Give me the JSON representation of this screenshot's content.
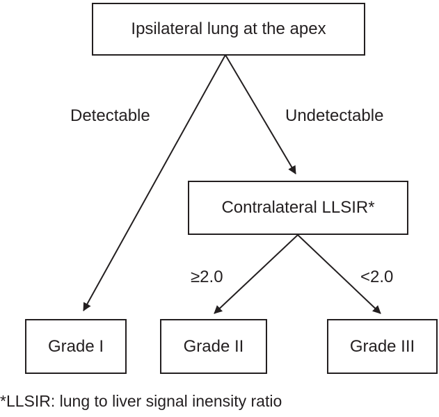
{
  "diagram": {
    "nodes": {
      "root": "Ipsilateral lung at the apex",
      "middle": "Contralateral LLSIR*",
      "grade1": "Grade I",
      "grade2": "Grade II",
      "grade3": "Grade III"
    },
    "edges": {
      "detectable": "Detectable",
      "undetectable": "Undetectable",
      "ge": "≥2.0",
      "lt": "<2.0"
    },
    "footnote": "*LLSIR: lung to liver signal inensity ratio",
    "colors": {
      "stroke": "#231f20",
      "background": "#ffffff"
    }
  }
}
